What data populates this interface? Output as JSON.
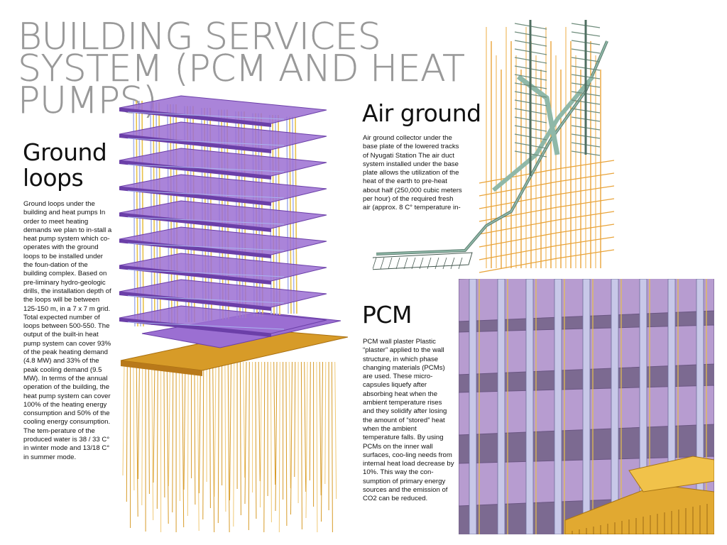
{
  "page": {
    "title": "BUILDING SERVICES SYSTEM (PCM AND HEAT PUMPS)"
  },
  "sections": {
    "ground_loops": {
      "heading": "Ground loops",
      "body": "Ground loops under the building and heat pumps In order to meet heating demands we plan to in-stall a heat pump system which co-operates with the ground loops to be installed under the foun-dation of the building complex. Based on pre-liminary hydro-geologic drills, the installation depth of the loops will be between 125-150 m, in a 7 x 7 m grid. Total expected number of loops between 500-550. The output of the built-in heat pump system can cover 93% of the peak heating demand (4.8 MW) and 33% of the peak cooling demand (9.5 MW). In terms of the annual operation of the building, the heat pump system can cover 100% of the heating energy consumption and 50% of the cooling energy consumption. The tem-perature of the produced water is 38 / 33 C° in winter mode and 13/18 C° in summer mode."
    },
    "air_ground": {
      "heading": "Air ground",
      "body": "Air ground collector under the base plate of the lowered tracks of Nyugati Station The air duct system installed under the base plate allows the utilization of the heat of the earth to pre-heat about half (250,000 cubic meters per hour) of the required fresh air (approx. 8 C° temperature in-"
    },
    "pcm": {
      "heading": "PCM",
      "body": "PCM wall plaster Plastic “plaster” applied to the wall structure, in which phase changing materials (PCMs) are used. These micro-capsules liquefy after absorbing heat when the ambient temperature rises and they solidify after losing the amount of “stored” heat when the ambient temperature falls. By using PCMs on the inner wall surfaces, coo-ling needs from internal heat load decrease by 10%. This way the con-sumption of primary energy sources and the emission of CO2 can be reduced."
    }
  },
  "colors": {
    "title_gray": "#999999",
    "slab_purple": "#9b6fd2",
    "slab_edge": "#6b3fa8",
    "pipe_yellow": "#e8c24a",
    "pipe_blue": "#a9b4ee",
    "duct_teal": "#8fb8a8",
    "orange_pipe": "#e9a43a",
    "pcm_lilac": "#b79cd0",
    "ground_gold": "#d79b28"
  }
}
